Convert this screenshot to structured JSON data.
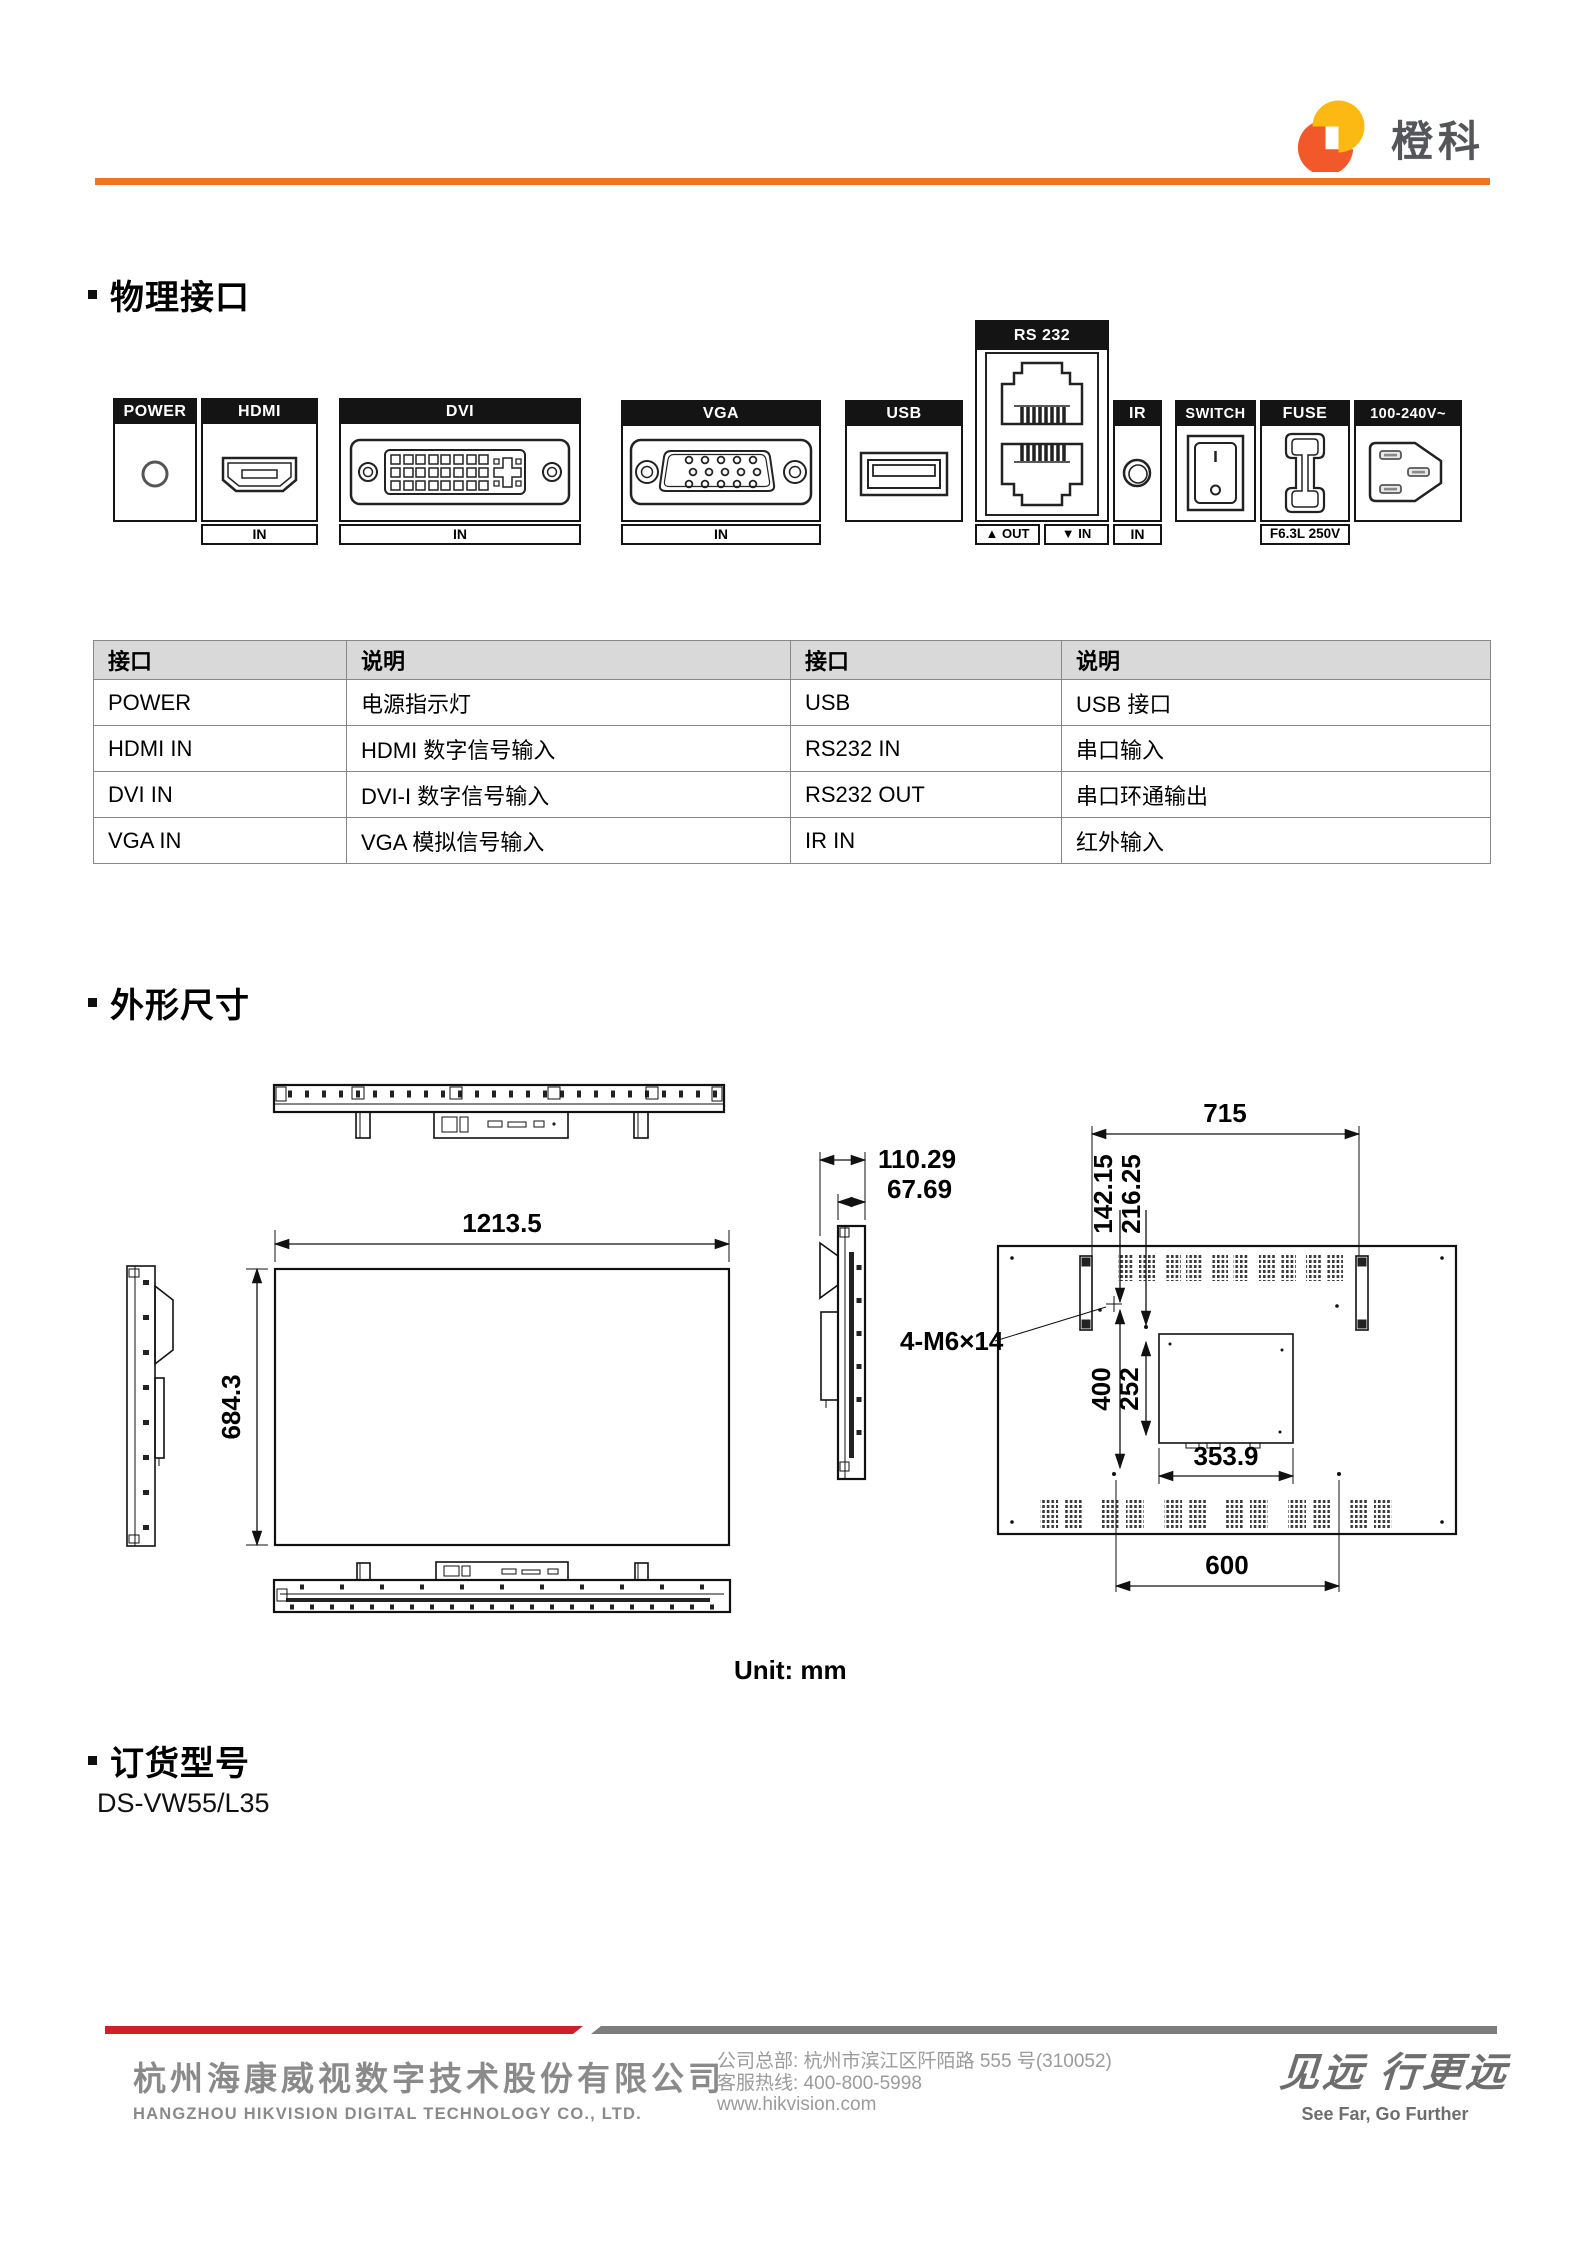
{
  "logo": {
    "text": "橙科"
  },
  "sections": {
    "physical": {
      "title": "物理接口"
    },
    "dimensions": {
      "title": "外形尺寸"
    },
    "ordering": {
      "title": "订货型号",
      "model": "DS-VW55/L35"
    }
  },
  "ports": {
    "power": {
      "label": "POWER"
    },
    "hdmi": {
      "label": "HDMI",
      "sub": "IN"
    },
    "dvi": {
      "label": "DVI",
      "sub": "IN"
    },
    "vga": {
      "label": "VGA",
      "sub": "IN"
    },
    "usb": {
      "label": "USB"
    },
    "rs232": {
      "label": "RS 232",
      "sub_out": "▲ OUT",
      "sub_in": "▼ IN"
    },
    "ir": {
      "label": "IR",
      "sub": "IN"
    },
    "switch": {
      "label": "SWITCH"
    },
    "fuse": {
      "label": "FUSE",
      "sub": "F6.3L 250V"
    },
    "ac": {
      "label": "100-240V~"
    }
  },
  "interface_table": {
    "headers": [
      "接口",
      "说明",
      "接口",
      "说明"
    ],
    "rows": [
      [
        "POWER",
        "电源指示灯",
        "USB",
        "USB 接口"
      ],
      [
        "HDMI IN",
        "HDMI 数字信号输入",
        "RS232 IN",
        "串口输入"
      ],
      [
        "DVI IN",
        "DVI-I 数字信号输入",
        "RS232 OUT",
        "串口环通输出"
      ],
      [
        "VGA IN",
        "VGA 模拟信号输入",
        "IR IN",
        "红外输入"
      ]
    ]
  },
  "drawing": {
    "front_width": "1213.5",
    "front_height": "684.3",
    "depth_total": "110.29",
    "depth_body": "67.69",
    "rear_width": "715",
    "rear_top1": "142.15",
    "rear_top2": "216.25",
    "screw_note": "4-M6×14",
    "vesa_v1": "400",
    "vesa_v2": "252",
    "plate_width": "353.9",
    "vesa_h": "600",
    "unit": "Unit: mm"
  },
  "footer": {
    "company_cn": "杭州海康威视数字技术股份有限公司",
    "company_en": "HANGZHOU HIKVISION DIGITAL TECHNOLOGY CO., LTD.",
    "address": "公司总部: 杭州市滨江区阡陌路 555 号(310052)",
    "hotline": "客服热线: 400-800-5998",
    "website": "www.hikvision.com",
    "slogan_cn": "见远 行更远",
    "slogan_en": "See Far, Go Further"
  },
  "colors": {
    "accent_orange": "#EE7524",
    "logo_yellow": "#FDB913",
    "logo_orange_red": "#F1592A",
    "footer_red": "#CE2026",
    "footer_gray": "#7D7D7D",
    "table_header_bg": "#D9D9D9"
  }
}
